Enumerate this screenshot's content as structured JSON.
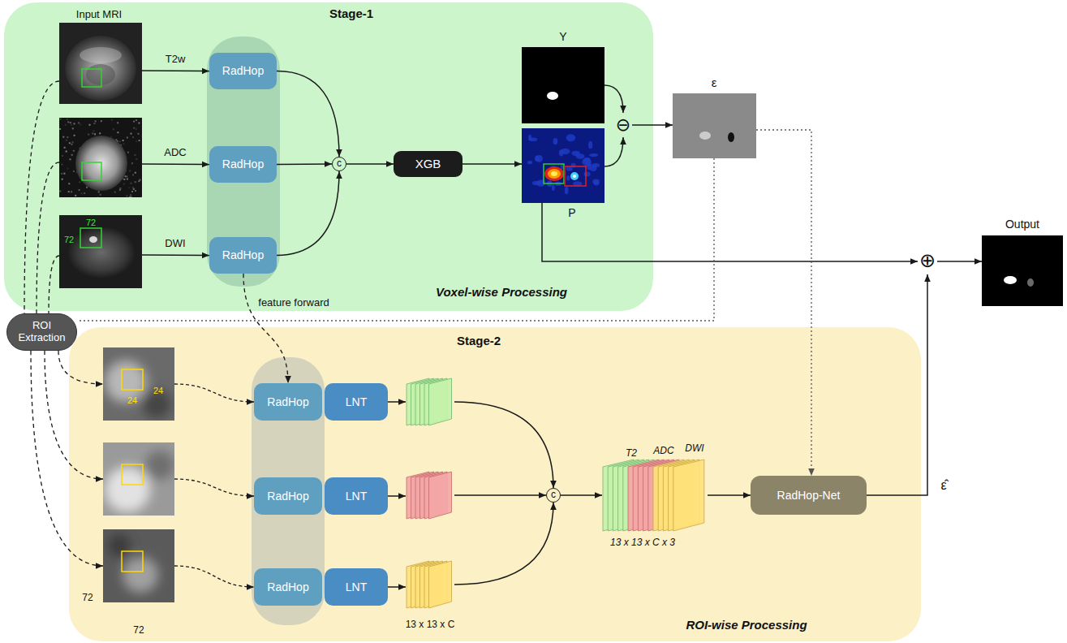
{
  "diagram": {
    "nodes": [
      {
        "text": [
          "Stage-1",
          "Voxel-wise Processing"
        ]
      },
      {
        "text": [
          "Input MRI"
        ],
        "in": 0
      },
      {
        "text": [],
        "in": 0
      },
      {
        "text": [
          "72",
          "72"
        ],
        "in": 0
      },
      {
        "text": [
          "RadHop"
        ],
        "in": 0
      },
      {
        "text": [
          "RadHop"
        ],
        "in": 0
      },
      {
        "text": [
          "RadHop"
        ],
        "in": 0
      },
      {
        "text": [
          "c"
        ],
        "in": 0
      },
      {
        "text": [
          "XGB"
        ],
        "in": 0
      },
      {
        "text": [
          "Y"
        ],
        "in": 0
      },
      {
        "text": [
          "P"
        ],
        "in": 0
      },
      {
        "text": [
          "⊖"
        ],
        "in": 0
      },
      {
        "text": [
          "ε"
        ]
      },
      {
        "text": [
          "ROI Extraction"
        ]
      },
      {
        "text": [
          "Stage-2",
          "ROI-wise Processing"
        ]
      },
      {
        "text": [
          "24",
          "24"
        ],
        "in": 14
      },
      {
        "text": [],
        "in": 14
      },
      {
        "text": [
          "72",
          "72"
        ],
        "in": 14
      },
      {
        "text": [
          "RadHop"
        ],
        "in": 14
      },
      {
        "text": [
          "LNT"
        ],
        "in": 14
      },
      {
        "text": [
          "RadHop"
        ],
        "in": 14
      },
      {
        "text": [
          "LNT"
        ],
        "in": 14
      },
      {
        "text": [
          "RadHop"
        ],
        "in": 14
      },
      {
        "text": [
          "LNT"
        ],
        "in": 14
      },
      {
        "text": [],
        "in": 14
      },
      {
        "text": [],
        "in": 14
      },
      {
        "text": [
          "13 x 13 x C"
        ],
        "in": 14
      },
      {
        "text": [
          "c"
        ],
        "in": 14
      },
      {
        "text": [
          "T2",
          "ADC",
          "DWI",
          "13 x 13 x C x 3"
        ],
        "in": 14
      },
      {
        "text": [
          "RadHop-Net"
        ],
        "in": 14
      },
      {
        "text": [
          "⊕"
        ]
      },
      {
        "text": [
          "Output"
        ]
      }
    ],
    "edges": [
      {
        "from": 1,
        "to": 4,
        "arrow": "to",
        "label": "T2w"
      },
      {
        "from": 2,
        "to": 5,
        "arrow": "to",
        "label": "ADC"
      },
      {
        "from": 3,
        "to": 6,
        "arrow": "to",
        "label": "DWI"
      },
      {
        "from": 4,
        "to": 7,
        "arrow": "to"
      },
      {
        "from": 5,
        "to": 7,
        "arrow": "to"
      },
      {
        "from": 6,
        "to": 7,
        "arrow": "to"
      },
      {
        "from": 7,
        "to": 8,
        "arrow": "to"
      },
      {
        "from": 8,
        "to": 10,
        "arrow": "to"
      },
      {
        "from": 9,
        "to": 11,
        "arrow": "to"
      },
      {
        "from": 10,
        "to": 11,
        "arrow": "to"
      },
      {
        "from": 11,
        "to": 12,
        "arrow": "to"
      },
      {
        "from": 10,
        "to": 30,
        "arrow": "to"
      },
      {
        "from": 30,
        "to": 31,
        "arrow": "to"
      },
      {
        "from": 12,
        "to": 13,
        "arrow": "none"
      },
      {
        "from": 12,
        "to": 29,
        "arrow": "to"
      },
      {
        "from": 1,
        "to": 13,
        "arrow": "none"
      },
      {
        "from": 2,
        "to": 13,
        "arrow": "none"
      },
      {
        "from": 3,
        "to": 13,
        "arrow": "none"
      },
      {
        "from": 13,
        "to": 15,
        "arrow": "to"
      },
      {
        "from": 13,
        "to": 16,
        "arrow": "to"
      },
      {
        "from": 13,
        "to": 17,
        "arrow": "to"
      },
      {
        "from": 6,
        "to": 18,
        "arrow": "to",
        "label": "feature forward"
      },
      {
        "from": 15,
        "to": 18,
        "arrow": "to"
      },
      {
        "from": 16,
        "to": 20,
        "arrow": "to"
      },
      {
        "from": 17,
        "to": 22,
        "arrow": "to"
      },
      {
        "from": 19,
        "to": 24,
        "arrow": "to"
      },
      {
        "from": 21,
        "to": 25,
        "arrow": "to"
      },
      {
        "from": 23,
        "to": 26,
        "arrow": "to"
      },
      {
        "from": 24,
        "to": 27,
        "arrow": "to"
      },
      {
        "from": 25,
        "to": 27,
        "arrow": "to"
      },
      {
        "from": 26,
        "to": 27,
        "arrow": "to"
      },
      {
        "from": 27,
        "to": 28,
        "arrow": "to"
      },
      {
        "from": 28,
        "to": 29,
        "arrow": "to"
      },
      {
        "from": 29,
        "to": 30,
        "arrow": "to",
        "label": "ε̂"
      }
    ]
  }
}
